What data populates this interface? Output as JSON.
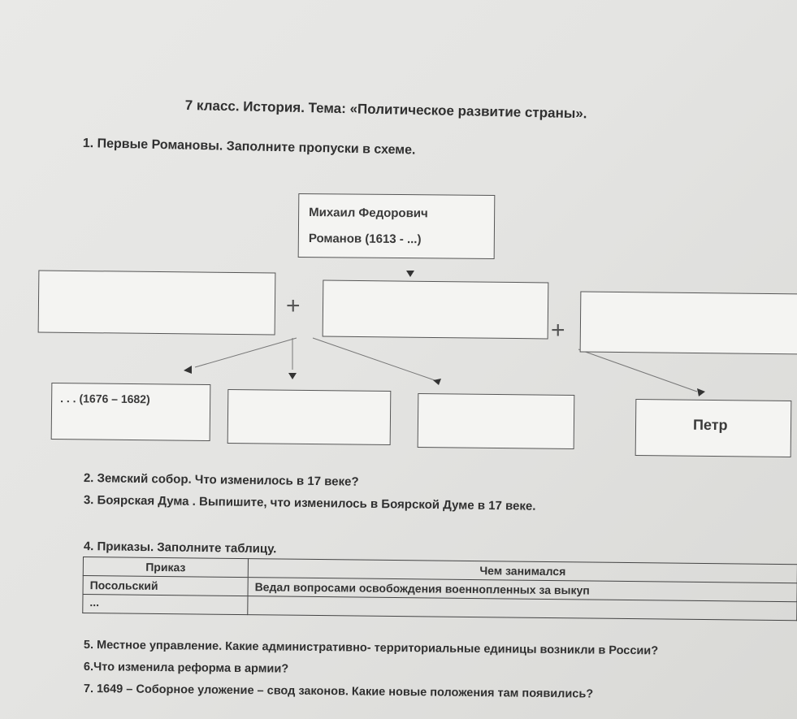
{
  "header": "7 класс. История.  Тема: «Политическое развитие страны».",
  "q1": "1.  Первые Романовы. Заполните пропуски в схеме.",
  "scheme": {
    "top_line1": "Михаил Федорович",
    "top_line2": "Романов (1613 - ...)",
    "plus": "+",
    "child1": ". . . (1676 – 1682)",
    "child4": "Петр"
  },
  "q2": "2. Земский собор. Что изменилось в 17 веке?",
  "q3": "3. Боярская Дума . Выпишите, что изменилось в Боярской Думе в 17 веке.",
  "q4": "4. Приказы. Заполните таблицу.",
  "table": {
    "headers": [
      "Приказ",
      "Чем занимался"
    ],
    "rows": [
      [
        "Посольский",
        "Ведал вопросами освобождения военнопленных за выкуп"
      ],
      [
        "...",
        ""
      ]
    ]
  },
  "q5": "5. Местное управление. Какие административно- территориальные единицы возникли в России?",
  "q6": "6.Что изменила реформа в армии?",
  "q7": "7.  1649 – Соборное уложение – свод законов. Какие новые положения там появились?"
}
